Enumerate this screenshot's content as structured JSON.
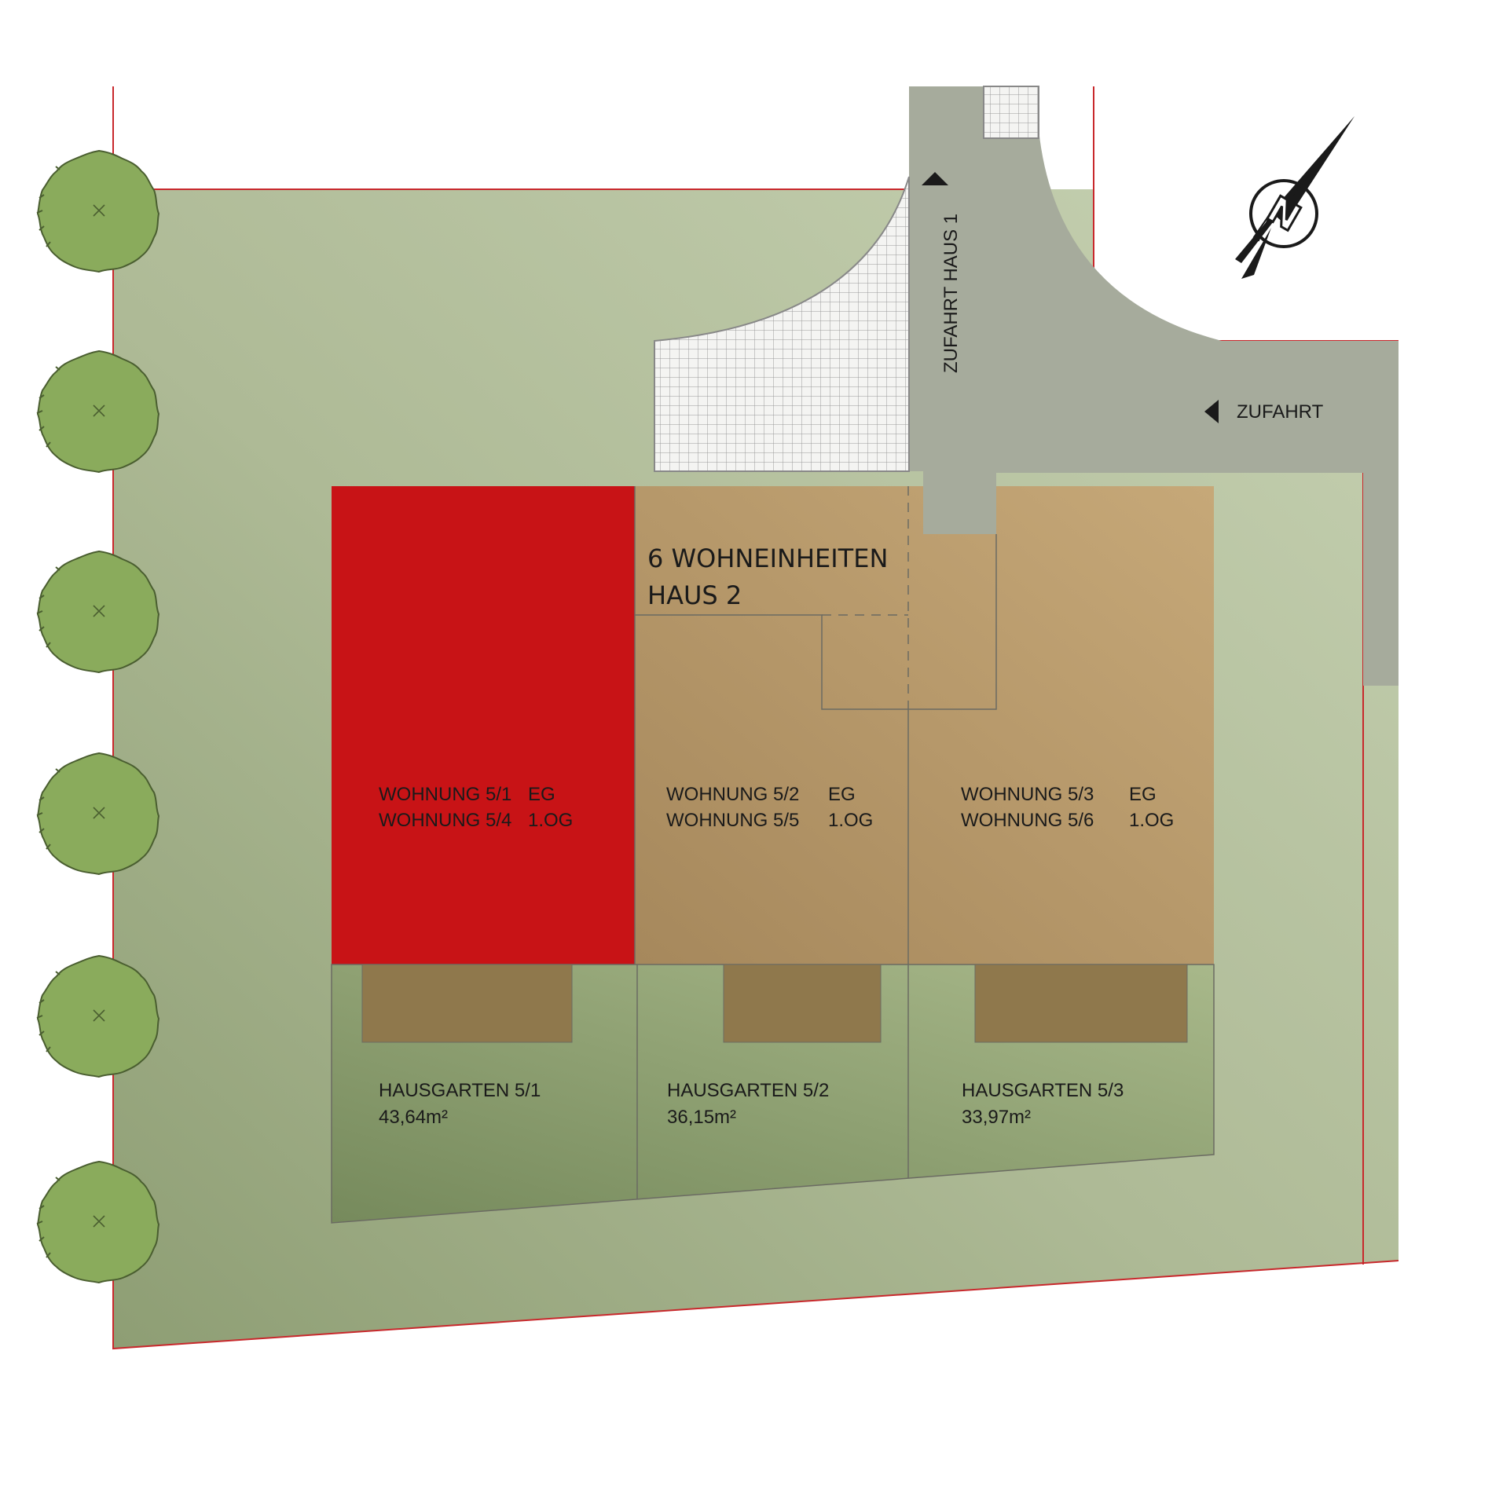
{
  "site": {
    "title_line1": "6 WOHNEINHEITEN",
    "title_line2": "HAUS 2",
    "driveway_label": "ZUFAHRT HAUS 1",
    "access_label": "ZUFAHRT",
    "north_letter": "N"
  },
  "units": [
    {
      "name": "WOHNUNG 5/1",
      "level": "EG",
      "name2": "WOHNUNG 5/4",
      "level2": "1.OG",
      "highlighted": true
    },
    {
      "name": "WOHNUNG 5/2",
      "level": "EG",
      "name2": "WOHNUNG 5/5",
      "level2": "1.OG",
      "highlighted": false
    },
    {
      "name": "WOHNUNG 5/3",
      "level": "EG",
      "name2": "WOHNUNG 5/6",
      "level2": "1.OG",
      "highlighted": false
    }
  ],
  "gardens": [
    {
      "name": "HAUSGARTEN 5/1",
      "area": "43,64m²"
    },
    {
      "name": "HAUSGARTEN 5/2",
      "area": "36,15m²"
    },
    {
      "name": "HAUSGARTEN 5/3",
      "area": "33,97m²"
    }
  ],
  "colors": {
    "highlight_unit": "#c81316",
    "building": "#b8976a",
    "terrace": "#8f784c",
    "garden": "#8c9e6c",
    "lawn": "#a9b894",
    "road": "#a6ab9c",
    "property_line": "#c8282c",
    "tree": "#8aab5c"
  },
  "icons": {
    "tree": "tree-icon",
    "north_arrow": "north-arrow-icon",
    "access_arrow": "arrow-left-icon",
    "driveway_arrow": "arrow-up-icon"
  }
}
